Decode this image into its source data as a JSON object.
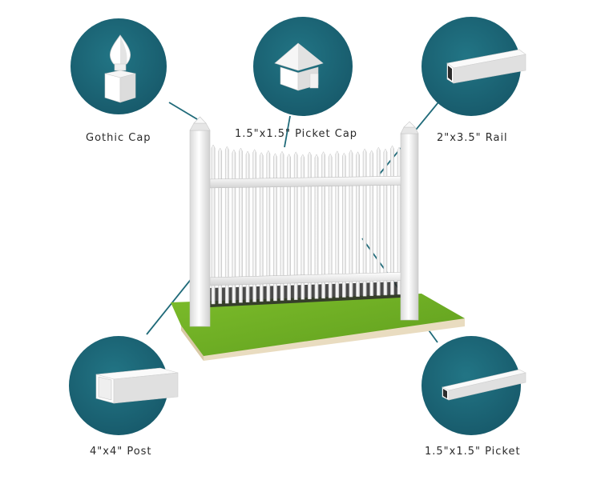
{
  "labels": {
    "gothic_cap": "Gothic Cap",
    "picket_cap": "1.5\"x1.5\" Picket Cap",
    "rail": "2\"x3.5\" Rail",
    "post": "4\"x4\" Post",
    "picket": "1.5\"x1.5\" Picket"
  },
  "colors": {
    "circle_fill": "#1f6a79",
    "leader_line": "#1f6a79",
    "grass": "#6fb024",
    "base": "#e9dcc0",
    "vinyl": "#f4f4f4"
  },
  "icons": {
    "gothic_cap": "gothic-cap-icon",
    "picket_cap": "picket-cap-icon",
    "rail": "rail-profile-icon",
    "post": "post-profile-icon",
    "picket": "picket-profile-icon"
  }
}
